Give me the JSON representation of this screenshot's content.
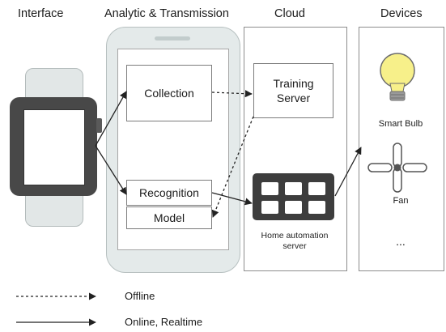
{
  "headers": {
    "interface": "Interface",
    "analytic": "Analytic & Transmission",
    "cloud": "Cloud",
    "devices": "Devices"
  },
  "modules": {
    "collection": "Collection",
    "training_server_line1": "Training",
    "training_server_line2": "Server",
    "recognition": "Recognition",
    "model": "Model",
    "home_server_line1": "Home automation",
    "home_server_line2": "server"
  },
  "devices": {
    "smart_bulb": "Smart Bulb",
    "fan": "Fan",
    "more": "..."
  },
  "legend": {
    "offline": "Offline",
    "online": "Online, Realtime"
  },
  "colors": {
    "bulb": "#f7f08a",
    "server": "#3d3d3d",
    "watch": "#484848"
  }
}
